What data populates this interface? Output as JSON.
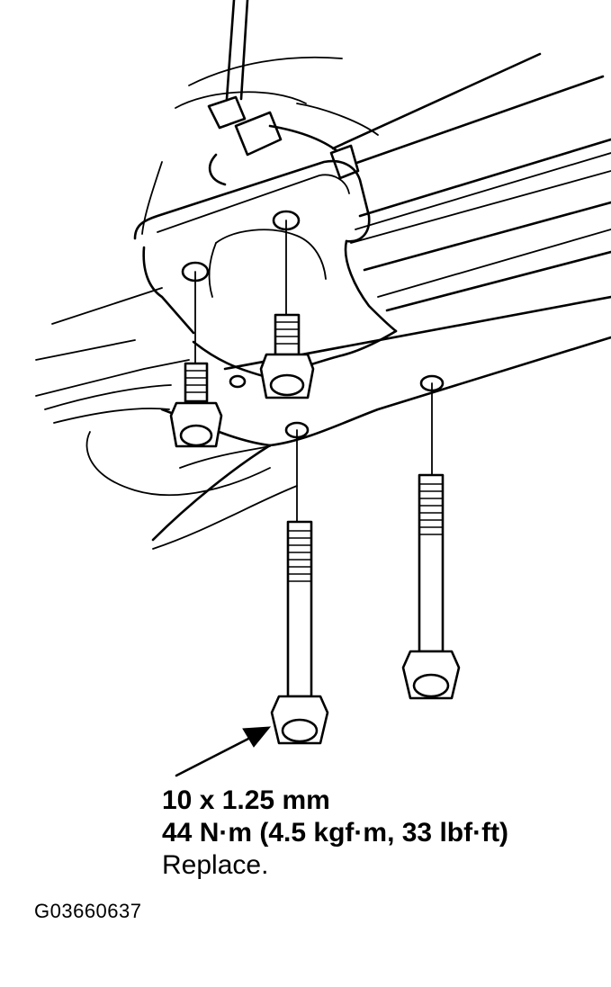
{
  "callout": {
    "size": "10 x 1.25 mm",
    "torque": "44 N·m (4.5 kgf·m, 33 lbf·ft)",
    "note": "Replace."
  },
  "figure_code": "G03660637"
}
